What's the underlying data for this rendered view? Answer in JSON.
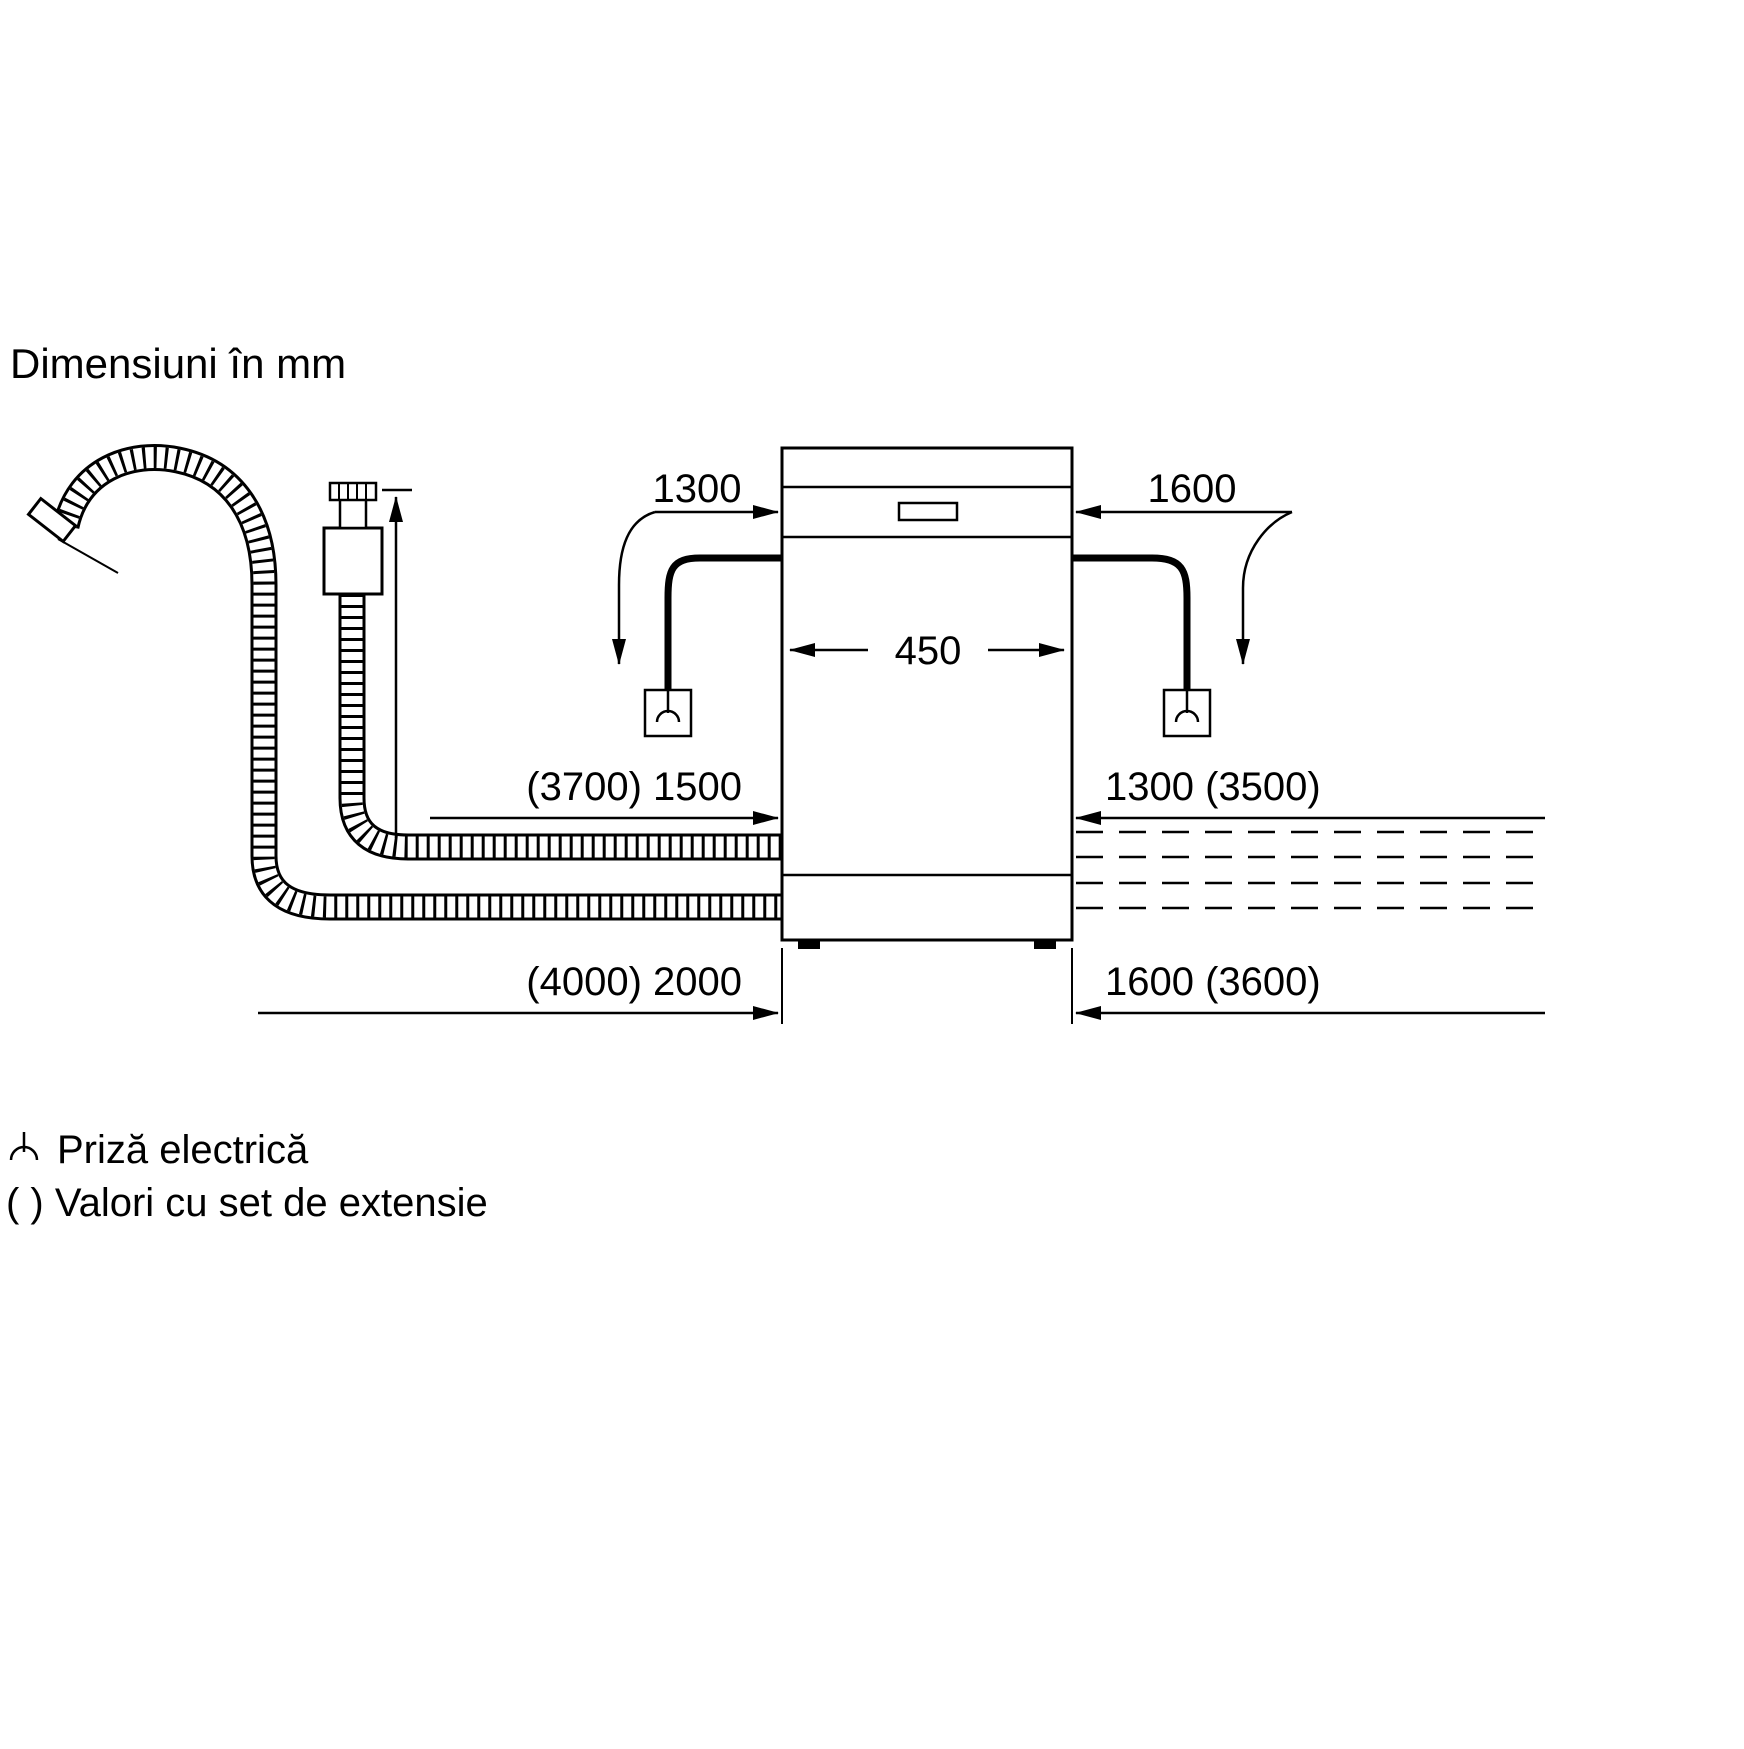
{
  "title": "Dimensiuni în mm",
  "dimensions": {
    "top_left": "1300",
    "top_right": "1600",
    "machine_width": "450",
    "mid_left": "(3700) 1500",
    "mid_right": "1300 (3500)",
    "bottom_left": "(4000) 2000",
    "bottom_right": "1600 (3600)"
  },
  "legend": {
    "outlet_label": "Priză electrică",
    "extension_label": "( ) Valori cu set de extensie"
  },
  "icons": {
    "outlet_symbol": "power-outlet-symbol",
    "tap": "water-tap-connector",
    "drain_hose": "drain-hose",
    "supply_hose": "supply-hose"
  },
  "colors": {
    "line": "#000000",
    "background": "#ffffff"
  }
}
